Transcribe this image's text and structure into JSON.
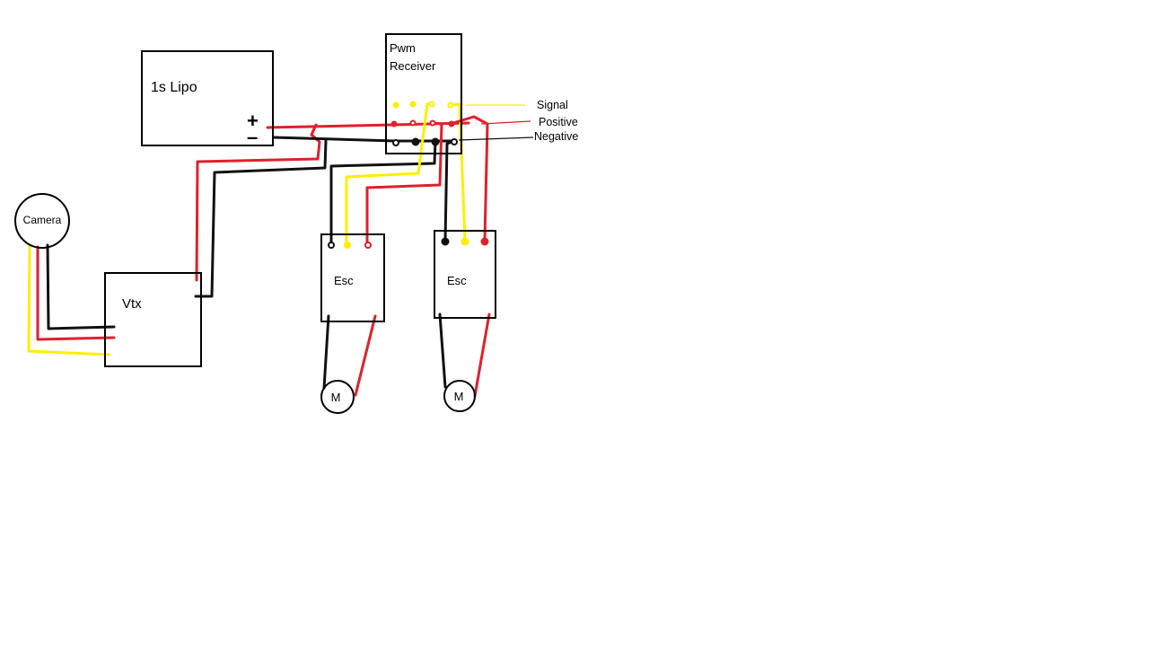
{
  "colors": {
    "background": "#ffffff",
    "outline": "#000000",
    "signal": "#ffee00",
    "positive": "#e0202c",
    "negative": "#111111"
  },
  "components": {
    "battery": {
      "label": "1s Lipo",
      "plus": "+",
      "minus": "–"
    },
    "receiver": {
      "label_line1": "Pwm",
      "label_line2": "Receiver"
    },
    "camera": {
      "label": "Camera"
    },
    "vtx": {
      "label": "Vtx"
    },
    "esc_left": {
      "label": "Esc"
    },
    "esc_right": {
      "label": "Esc"
    },
    "motor_left": {
      "label": "M"
    },
    "motor_right": {
      "label": "M"
    }
  },
  "legend": {
    "signal": "Signal",
    "positive": "Positive",
    "negative": "Negative"
  }
}
